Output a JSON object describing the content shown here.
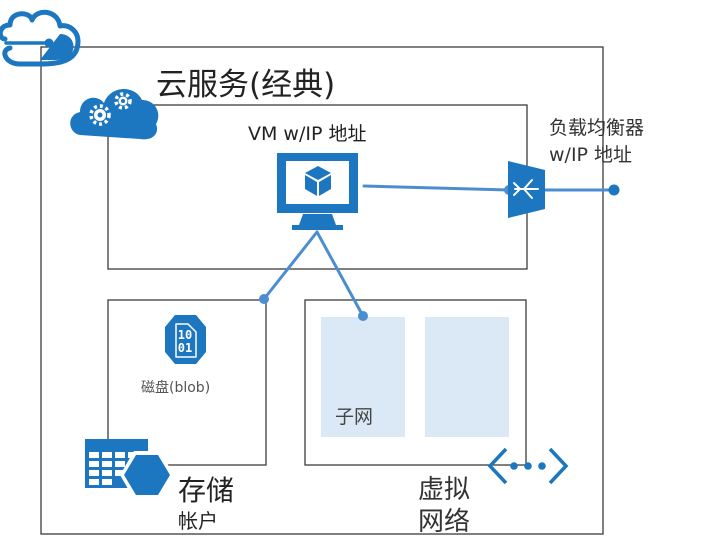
{
  "labels": {
    "cloud_service_title": "云服务(经典)",
    "vm_label": "VM w/IP 地址",
    "load_balancer_line1": "负载均衡器",
    "load_balancer_line2": "w/IP 地址",
    "disk_label": "磁盘(blob)",
    "disk_binary_line1": "10",
    "disk_binary_line2": "01",
    "subnet_label": "子网",
    "storage_line1": "存储",
    "storage_line2": "帐户",
    "vnet_line1": "虚拟",
    "vnet_line2": "网络"
  },
  "icons": {
    "azure_cloud": "azure-cloud-icon",
    "cloud_service": "cloud-service-gears-icon",
    "vm": "monitor-cube-icon",
    "load_balancer": "load-balancer-icon",
    "disk": "disk-hexagon-icon",
    "storage": "storage-table-icon",
    "vnet": "vnet-chevrons-icon"
  },
  "colors": {
    "azure_blue": "#1c76c0",
    "connector_blue": "#4a8ed0",
    "box_border": "#3c3c3c",
    "subnet_fill": "#dbe8f5"
  }
}
